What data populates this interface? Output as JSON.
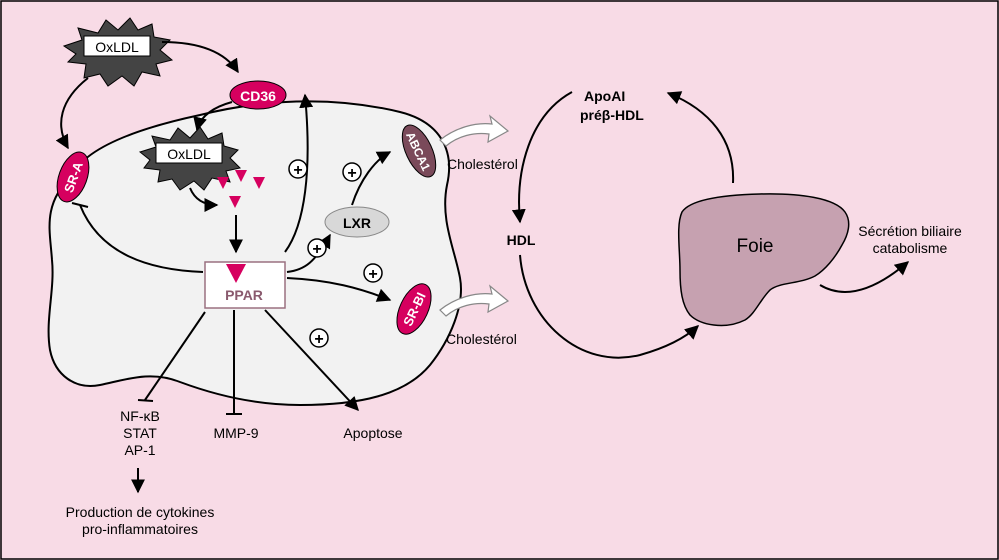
{
  "colors": {
    "background": "#f8dbe6",
    "cell": "#f2f2f2",
    "receptor": "#d6005f",
    "abca1": "#7a4a5a",
    "liver": "#c6a1b0",
    "lxr": "#d8d8d8",
    "ppar_box_border": "#9a7080",
    "ppar_text": "#8a5a6e"
  },
  "labels": {
    "oxldl_outer": "OxLDL",
    "oxldl_inner": "OxLDL",
    "cd36": "CD36",
    "sr_a": "SR-A",
    "abca1": "ABCA1",
    "sr_bi": "SR-BI",
    "lxr": "LXR",
    "ppar": "PPAR",
    "cholesterol_top": "Cholestérol",
    "cholesterol_bottom": "Cholestérol",
    "apoai": "ApoAI",
    "prebeta_hdl": "préβ-HDL",
    "hdl": "HDL",
    "foie": "Foie",
    "secretion_line1": "Sécrétion biliaire",
    "secretion_line2": "catabolisme",
    "nfkb": "NF-κB",
    "stat": "STAT",
    "ap1": "AP-1",
    "mmp9": "MMP-9",
    "apoptose": "Apoptose",
    "production_line1": "Production de cytokines",
    "production_line2": "pro-inflammatoires",
    "plus_sign": "+"
  }
}
